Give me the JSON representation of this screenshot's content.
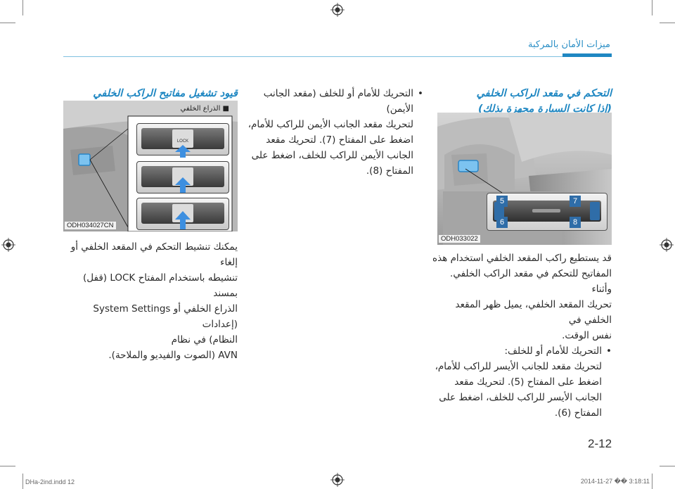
{
  "header": {
    "section_title": "ميزات الأمان بالمركبة"
  },
  "right_column": {
    "heading_line1": "التحكم في مقعد الراكب الخلفي",
    "heading_line2": "(إذا كانت السيارة مجهزة بذلك)",
    "figure_code": "ODH033022",
    "callouts": [
      "5",
      "7",
      "6",
      "8"
    ],
    "para_intro": [
      "قد يستطيع راكب المقعد الخلفي استخدام هذه",
      "المفاتيح للتحكم في مقعد الراكب الخلفي. وأثناء",
      "تحريك المقعد الخلفي، يميل ظهر المقعد الخلفي في",
      "نفس الوقت."
    ],
    "bullet1": [
      "التحريك للأمام أو للخلف:",
      "لتحريك مقعد للجانب الأيسر للراكب للأمام،",
      "اضغط على المفتاح (5). لتحريك مقعد",
      "الجانب الأيسر للراكب للخلف، اضغط على",
      "المفتاح (6)."
    ]
  },
  "middle_column": {
    "bullet2": [
      "التحريك للأمام أو للخلف (مقعد الجانب",
      "الأيمن)",
      "لتحريك مقعد الجانب الأيمن للراكب للأمام،",
      "اضغط على المفتاح (7). لتحريك مقعد",
      "الجانب الأيمن للراكب للخلف، اضغط على",
      "المفتاح (8)."
    ]
  },
  "left_column": {
    "heading": "قيود تشغيل مفاتيح الراكب الخلفي",
    "figure_caption": "■ الذراع الخلفي",
    "figure_code": "ODH034027CN",
    "panel_center_label": "LOCK",
    "para": [
      "يمكنك تنشيط التحكم في المقعد الخلفي أو إلغاء",
      "تنشيطه باستخدام المفتاح LOCK (قفل) بمسند",
      "الذراع الخلفي أو System Settings (إعدادات",
      "النظام) في نظام",
      "AVN (الصوت والفيديو والملاحة)."
    ]
  },
  "footer": {
    "page_number": "2-12",
    "file_label": "DHa-2ind.indd   12",
    "timestamp": "2014-11-27   �� 3:18:11"
  },
  "colors": {
    "accent": "#1f87c2",
    "callout_bg": "#2f6da8"
  }
}
